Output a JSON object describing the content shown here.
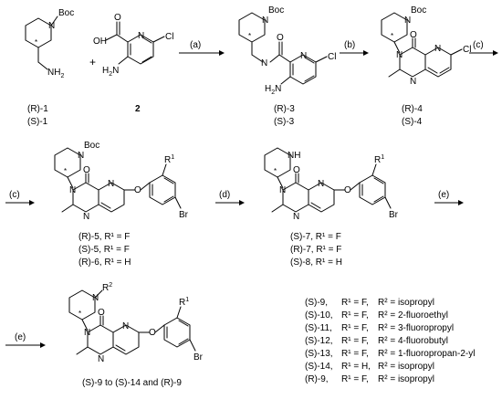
{
  "arrows": {
    "a": "(a)",
    "b": "(b)",
    "c1": "(c)",
    "c2": "(c)",
    "d": "(d)",
    "e1": "(e)",
    "e2": "(e)"
  },
  "atoms": {
    "boc": "Boc",
    "n": "N",
    "nh": "NH",
    "nh2": "NH",
    "nh2_sub": "2",
    "h2n": "H",
    "h2n_sub": "2",
    "h2n_n": "N",
    "o": "O",
    "oh": "OH",
    "cl": "Cl",
    "br": "Br",
    "f": "F",
    "r1": "R",
    "r1_sup": "1",
    "r2": "R",
    "r2_sup": "2",
    "star": "*",
    "plus": "+"
  },
  "compounds": {
    "c1": [
      "(R)-1",
      "(S)-1"
    ],
    "c2": "2",
    "c3": [
      "(R)-3",
      "(S)-3"
    ],
    "c4": [
      "(R)-4",
      "(S)-4"
    ],
    "c5_6": [
      "(R)-5, R¹ = F",
      "(S)-5, R¹ = F",
      "(R)-6, R¹ = H"
    ],
    "c7_8": [
      "(S)-7, R¹ = F",
      "(R)-7, R¹ = F",
      "(S)-8, R¹ = H"
    ],
    "final_range": "(S)-9 to (S)-14 and (R)-9"
  },
  "table": [
    {
      "id": "(S)-9,",
      "r1": "R¹ = F,",
      "r2": "R² = isopropyl"
    },
    {
      "id": "(S)-10,",
      "r1": "R¹ = F,",
      "r2": "R² = 2-fluoroethyl"
    },
    {
      "id": "(S)-11,",
      "r1": "R¹ = F,",
      "r2": "R² = 3-fluoropropyl"
    },
    {
      "id": "(S)-12,",
      "r1": "R¹ = F,",
      "r2": "R² = 4-fluorobutyl"
    },
    {
      "id": "(S)-13,",
      "r1": "R¹ = F,",
      "r2": "R² = 1-fluoropropan-2-yl"
    },
    {
      "id": "(S)-14,",
      "r1": "R¹ = H,",
      "r2": "R² = isopropyl"
    },
    {
      "id": "(R)-9,",
      "r1": "R¹ = F,",
      "r2": "R² = isopropyl"
    }
  ]
}
